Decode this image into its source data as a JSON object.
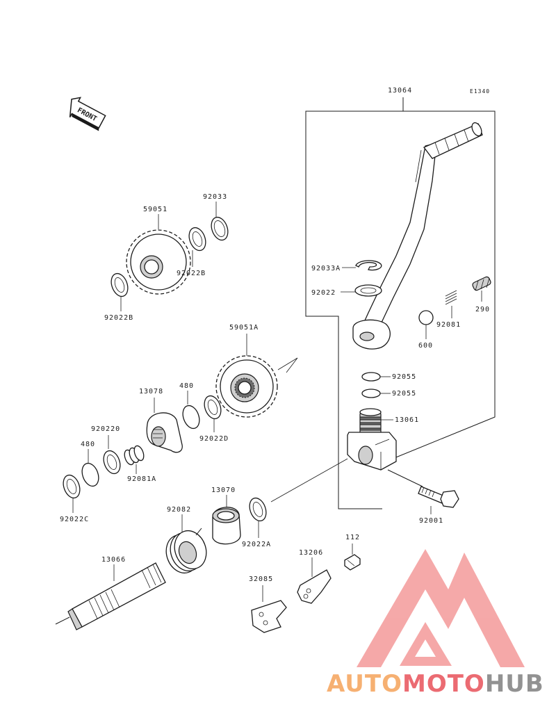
{
  "diagram": {
    "ref_code": "E1340",
    "front_label": "FRONT",
    "parts": {
      "p13064": "13064",
      "p92033": "92033",
      "p59051": "59051",
      "p92022B_top": "92022B",
      "p92022B_left": "92022B",
      "p92033A": "92033A",
      "p92022": "92022",
      "p290": "290",
      "p92081": "92081",
      "p600": "600",
      "p59051A": "59051A",
      "p13078": "13078",
      "p480_top": "480",
      "p92022D": "92022D",
      "p920220": "920220",
      "p480_left": "480",
      "p92081A": "92081A",
      "p92022C": "92022C",
      "p92055_a": "92055",
      "p92055_b": "92055",
      "p13061": "13061",
      "p92001": "92001",
      "p13070": "13070",
      "p92082": "92082",
      "p92022A": "92022A",
      "p112": "112",
      "p13206": "13206",
      "p13066": "13066",
      "p32085": "32085"
    }
  },
  "watermark": {
    "word_part1": "AUTO",
    "word_part2": "MOTO",
    "word_part3": "HUB",
    "colors": {
      "orange": "#f5a35a",
      "red": "#e8525a",
      "gray": "#7f7f7f",
      "logo": "#f07a7a"
    }
  }
}
